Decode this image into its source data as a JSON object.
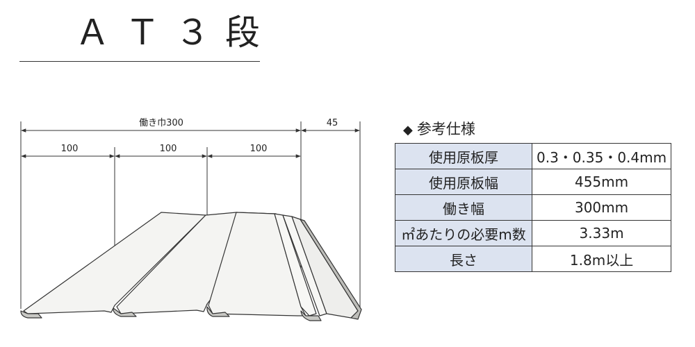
{
  "title": "ＡＴ３段",
  "dimensions": {
    "total_label": "働き巾300",
    "overlap_label": "45",
    "segments": [
      "100",
      "100",
      "100"
    ]
  },
  "spec": {
    "heading": "参考仕様",
    "rows": [
      {
        "label": "使用原板厚",
        "value": "0.3・0.35・0.4mm"
      },
      {
        "label": "使用原板幅",
        "value": "455mm"
      },
      {
        "label": "働き幅",
        "value": "300mm"
      },
      {
        "label": "㎡あたりの必要m数",
        "value": "3.33m"
      },
      {
        "label": "長さ",
        "value": "1.8m以上"
      }
    ]
  }
}
